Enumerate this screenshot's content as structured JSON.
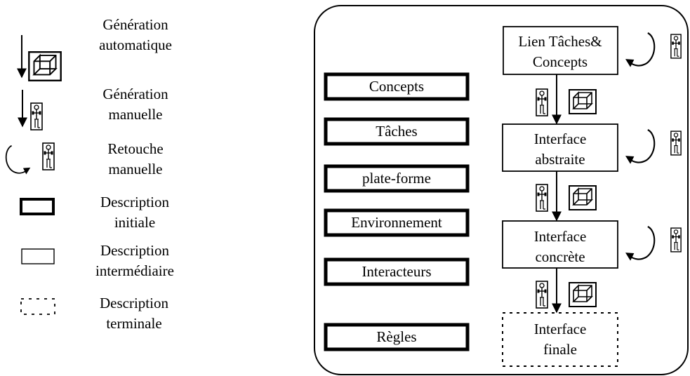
{
  "legend": {
    "generation_automatique": [
      "Génération",
      "automatique"
    ],
    "generation_manuelle": [
      "Génération",
      "manuelle"
    ],
    "retouche_manuelle": [
      "Retouche",
      "manuelle"
    ],
    "description_initiale": [
      "Description",
      "initiale"
    ],
    "description_intermediaire": [
      "Description",
      "intermédiaire"
    ],
    "description_terminale": [
      "Description",
      "terminale"
    ]
  },
  "initial_descriptions": [
    "Concepts",
    "Tâches",
    "plate-forme",
    "Environnement",
    "Interacteurs",
    "Règles"
  ],
  "pipeline": [
    [
      "Lien Tâches&",
      "Concepts"
    ],
    [
      "Interface",
      "abstraite"
    ],
    [
      "Interface",
      "concrète"
    ],
    [
      "Interface",
      "finale"
    ]
  ],
  "icons": {
    "automatic": "computer-icon",
    "manual": "person-icon",
    "retouch": "curved-arrow-icon"
  }
}
